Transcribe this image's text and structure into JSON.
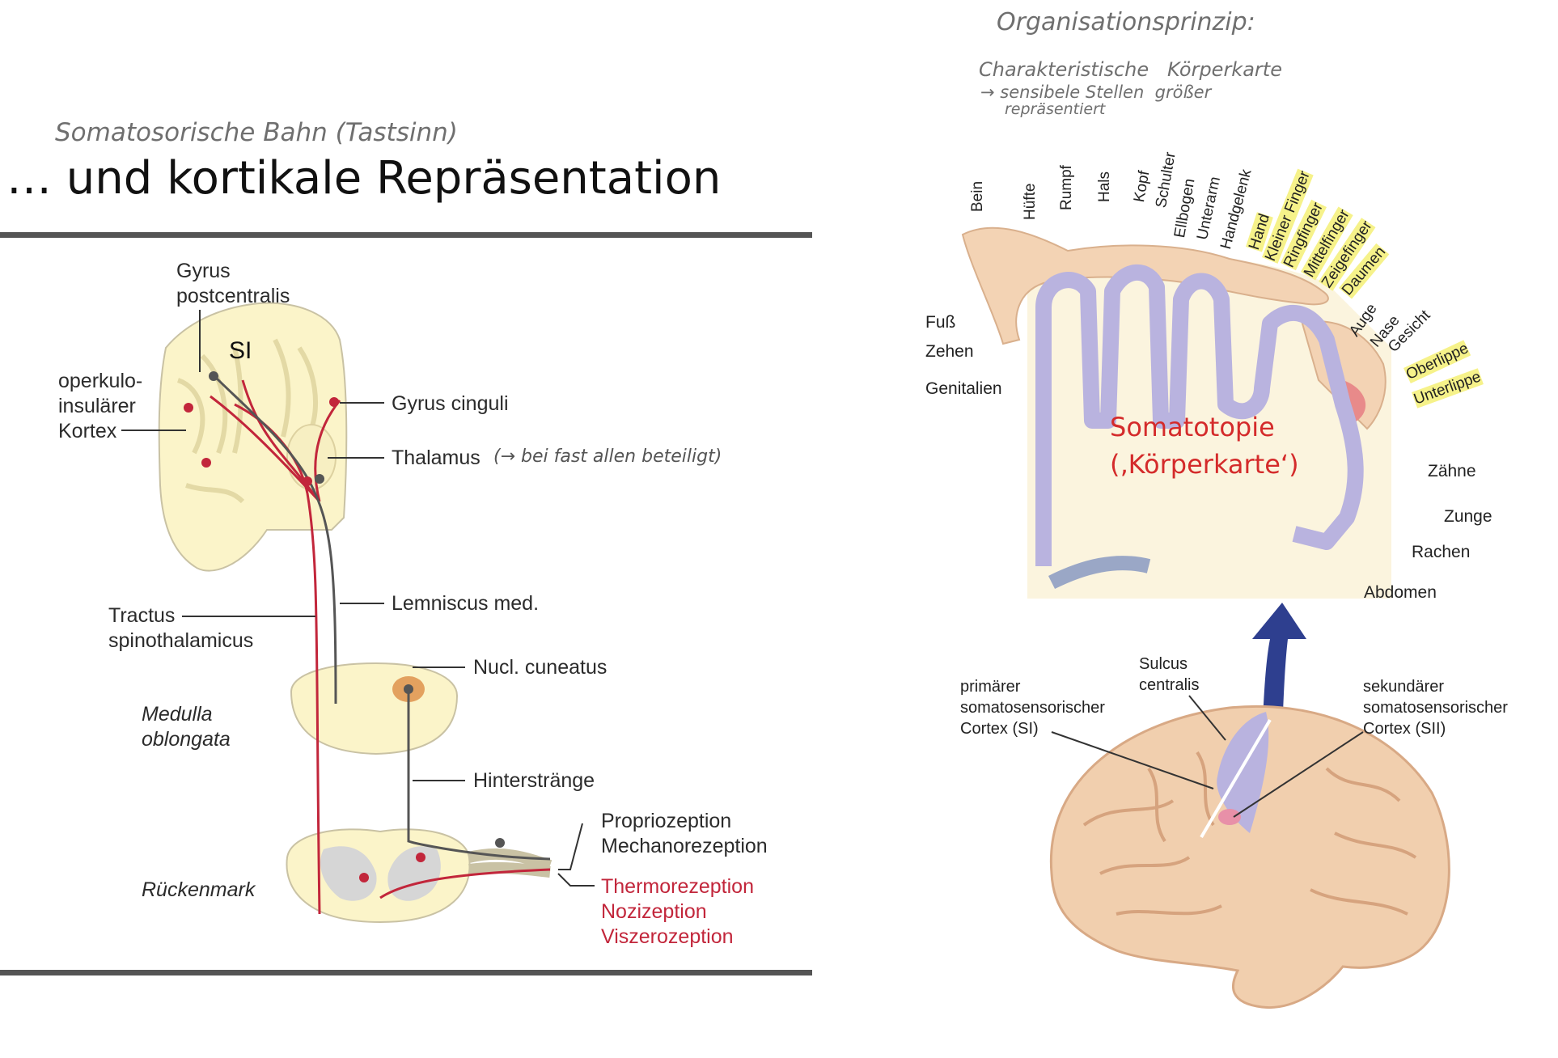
{
  "slide": {
    "handwritten_subtitle": "Somatosorische Bahn (Tastsinn)",
    "title": "… und kortikale Repräsentation"
  },
  "left_diagram": {
    "labels": {
      "gyrus_postcentralis": "Gyrus\npostcentralis",
      "si": "SI",
      "operkulo": "operkulo-\ninsulärer\nKortex",
      "gyrus_cinguli": "Gyrus cinguli",
      "thalamus": "Thalamus",
      "thalamus_note": "(→ bei fast allen beteiligt)",
      "tractus": "Tractus\nspinothalamicus",
      "lemniscus": "Lemniscus med.",
      "nucl_cuneatus": "Nucl. cuneatus",
      "medulla": "Medulla\noblongata",
      "hinterstraenge": "Hinterstränge",
      "rueckenmark": "Rückenmark",
      "proprio": "Propriozeption\nMechanorezeption",
      "thermo": "Thermorezeption\nNozizeption\nViszerozeption"
    }
  },
  "right_diagram": {
    "handwritten": {
      "heading": "Organisationsprinzip:",
      "line1": "Charakteristische   Körperkarte",
      "line2": "→ sensibele Stellen  größer",
      "line3": "repräsentiert"
    },
    "body_parts_top": [
      "Bein",
      "Hüfte",
      "Rumpf",
      "Hals",
      "Kopf",
      "Schulter",
      "Ellbogen",
      "Unterarm",
      "Handgelenk",
      "Hand",
      "Kleiner Finger",
      "Ringfinger",
      "Mittelfinger",
      "Zeigefinger",
      "Daumen"
    ],
    "highlighted_parts": [
      "Hand",
      "Kleiner Finger",
      "Ringfinger",
      "Mittelfinger",
      "Zeigefinger",
      "Daumen",
      "Oberlippe",
      "Unterlippe"
    ],
    "body_parts_face": [
      "Auge",
      "Nase",
      "Gesicht",
      "Oberlippe",
      "Unterlippe"
    ],
    "left_labels": [
      "Fuß",
      "Zehen",
      "Genitalien"
    ],
    "lower_labels": [
      "Zähne",
      "Zunge",
      "Rachen",
      "Abdomen"
    ],
    "center_text": "Somatotopie\n(‚Körperkarte‘)",
    "brain_labels": {
      "sulcus": "Sulcus\ncentralis",
      "primary": "primärer\nsomatosensorischer\nCortex (SI)",
      "secondary": "sekundärer\nsomatosensorischer\nCortex (SII)"
    }
  }
}
